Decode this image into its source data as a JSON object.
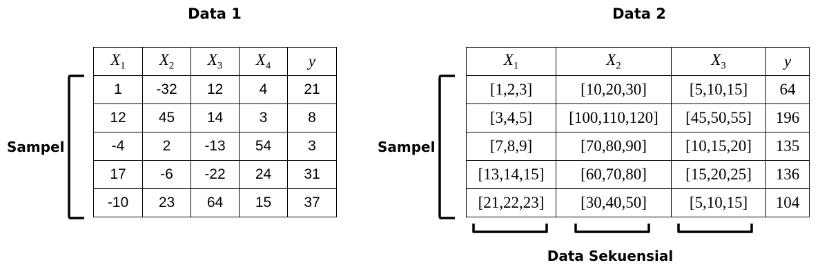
{
  "data1": {
    "title": "Data 1",
    "side_label": "Sampel",
    "headers": [
      {
        "var": "X",
        "sub": "1"
      },
      {
        "var": "X",
        "sub": "2"
      },
      {
        "var": "X",
        "sub": "3"
      },
      {
        "var": "X",
        "sub": "4"
      },
      {
        "var": "y",
        "sub": ""
      }
    ],
    "rows": [
      [
        "1",
        "-32",
        "12",
        "4",
        "21"
      ],
      [
        "12",
        "45",
        "14",
        "3",
        "8"
      ],
      [
        "-4",
        "2",
        "-13",
        "54",
        "3"
      ],
      [
        "17",
        "-6",
        "-22",
        "24",
        "31"
      ],
      [
        "-10",
        "23",
        "64",
        "15",
        "37"
      ]
    ]
  },
  "data2": {
    "title": "Data 2",
    "side_label": "Sampel",
    "bottom_label": "Data Sekuensial",
    "headers": [
      {
        "var": "X",
        "sub": "1"
      },
      {
        "var": "X",
        "sub": "2"
      },
      {
        "var": "X",
        "sub": "3"
      },
      {
        "var": "y",
        "sub": ""
      }
    ],
    "rows": [
      [
        "[1,2,3]",
        "[10,20,30]",
        "[5,10,15]",
        "64"
      ],
      [
        "[3,4,5]",
        "[100,110,120]",
        "[45,50,55]",
        "196"
      ],
      [
        "[7,8,9]",
        "[70,80,90]",
        "[10,15,20]",
        "135"
      ],
      [
        "[13,14,15]",
        "[60,70,80]",
        "[15,20,25]",
        "136"
      ],
      [
        "[21,22,23]",
        "[30,40,50]",
        "[5,10,15]",
        "104"
      ]
    ]
  }
}
